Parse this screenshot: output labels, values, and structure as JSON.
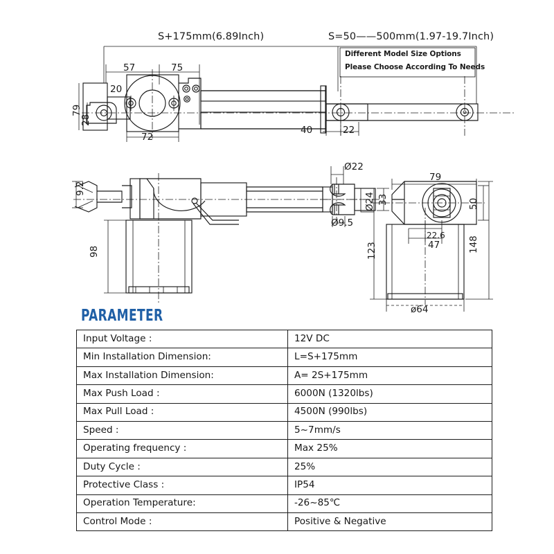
{
  "page": {
    "background": "#ffffff",
    "line_color": "#1b1b1b",
    "accent_color": "#1f5fa6"
  },
  "drawing": {
    "headers": [
      {
        "id": "total-length",
        "text": "S+175mm(6.89Inch)"
      },
      {
        "id": "stroke-range",
        "text": "S=50——500mm(1.97-19.7Inch)"
      }
    ],
    "note_box": {
      "lines": [
        "Different Model Size Options",
        "Please Choose According To Needs"
      ]
    },
    "top_view_dimensions": [
      {
        "id": "dim-57",
        "text": "57"
      },
      {
        "id": "dim-75",
        "text": "75"
      },
      {
        "id": "dim-20",
        "text": "20"
      },
      {
        "id": "dim-79-left",
        "text": "79"
      },
      {
        "id": "dim-28",
        "text": "28"
      },
      {
        "id": "dim-72",
        "text": "72"
      },
      {
        "id": "dim-40",
        "text": "40"
      },
      {
        "id": "dim-22",
        "text": "22"
      }
    ],
    "side_view_dimensions": [
      {
        "id": "dim-9-2",
        "text": "9.2"
      },
      {
        "id": "dim-98",
        "text": "98"
      },
      {
        "id": "dim-d22",
        "text": "Ø22"
      },
      {
        "id": "dim-d24",
        "text": "Ø24"
      },
      {
        "id": "dim-d9-5",
        "text": "Ø9.5"
      },
      {
        "id": "dim-33",
        "text": "33"
      }
    ],
    "bracket_dimensions": [
      {
        "id": "dim-79-bracket",
        "text": "79"
      },
      {
        "id": "dim-50",
        "text": "50"
      },
      {
        "id": "dim-148",
        "text": "148"
      },
      {
        "id": "dim-123",
        "text": "123"
      },
      {
        "id": "dim-22-6",
        "text": "22.6"
      },
      {
        "id": "dim-47",
        "text": "47"
      },
      {
        "id": "dim-d64",
        "text": "ø64"
      }
    ]
  },
  "parameter_section": {
    "heading": "PARAMETER",
    "rows": [
      {
        "label": "Input Voltage :",
        "value": "12V DC"
      },
      {
        "label": "Min Installation Dimension:",
        "value": "L=S+175mm"
      },
      {
        "label": "Max Installation Dimension:",
        "value": "A= 2S+175mm"
      },
      {
        "label": "Max Push Load :",
        "value": "6000N (1320lbs)"
      },
      {
        "label": "Max Pull Load :",
        "value": "4500N (990lbs)"
      },
      {
        "label": "Speed :",
        "value": "5~7mm/s"
      },
      {
        "label": "Operating frequency :",
        "value": "Max 25%"
      },
      {
        "label": "Duty Cycle :",
        "value": "25%"
      },
      {
        "label": "Protective Class :",
        "value": "IP54"
      },
      {
        "label": "Operation Temperature:",
        "value": "-26~85℃"
      },
      {
        "label": "Control Mode :",
        "value": "Positive & Negative"
      }
    ]
  }
}
